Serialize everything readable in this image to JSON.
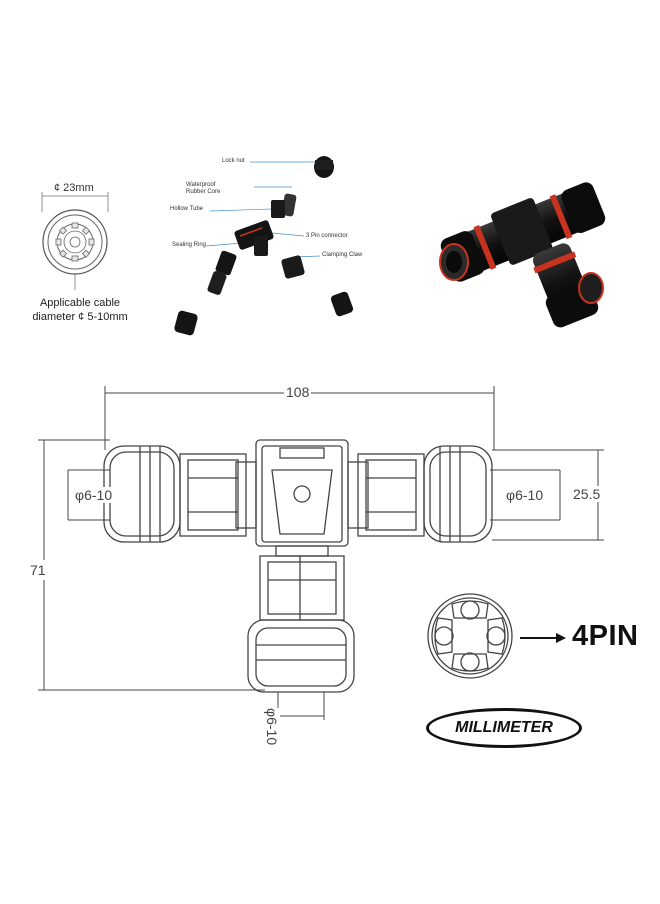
{
  "top_left": {
    "diameter_label": "¢ 23mm",
    "cable_label_line1": "Applicable cable",
    "cable_label_line2": "diameter  ¢ 5-10mm"
  },
  "exploded_view": {
    "labels": {
      "lock_nut": "Lock nut",
      "waterproof_core_line1": "Waterproof",
      "waterproof_core_line2": "Rubber Core",
      "hollow_tube": "Hollow Tube",
      "pin_connector": "3 Pin connector",
      "sealing_ring": "Sealing Ring",
      "clamping_claw": "Clamping Claw"
    }
  },
  "drawing": {
    "width_dim": "108",
    "height_dim": "71",
    "side_height_dim": "25.5",
    "left_cable_dim": "φ6-10",
    "right_cable_dim": "φ6-10",
    "bottom_cable_dim": "φ6-10"
  },
  "pin_label": "4PIN",
  "unit_badge": "MILLIMETER",
  "colors": {
    "accent_red": "#c8321e",
    "body_black": "#141414",
    "line_gray": "#555555"
  }
}
